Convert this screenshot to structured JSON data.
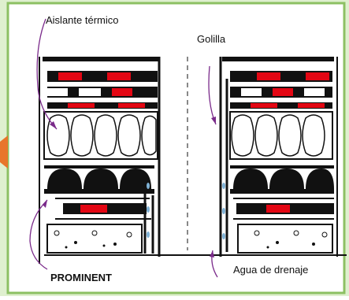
{
  "labels": {
    "insulation": "Aislante térmico",
    "washer": "Golilla",
    "prominent": "PROMINENT",
    "drainage": "Agua de drenaje"
  },
  "colors": {
    "background_green": "#dff0cf",
    "border_green": "#8cc063",
    "accent_orange": "#e8762b",
    "red": "#e30613",
    "black": "#111111",
    "water_blue": "#7fb2d6",
    "label_purple": "#7a2a8a"
  }
}
